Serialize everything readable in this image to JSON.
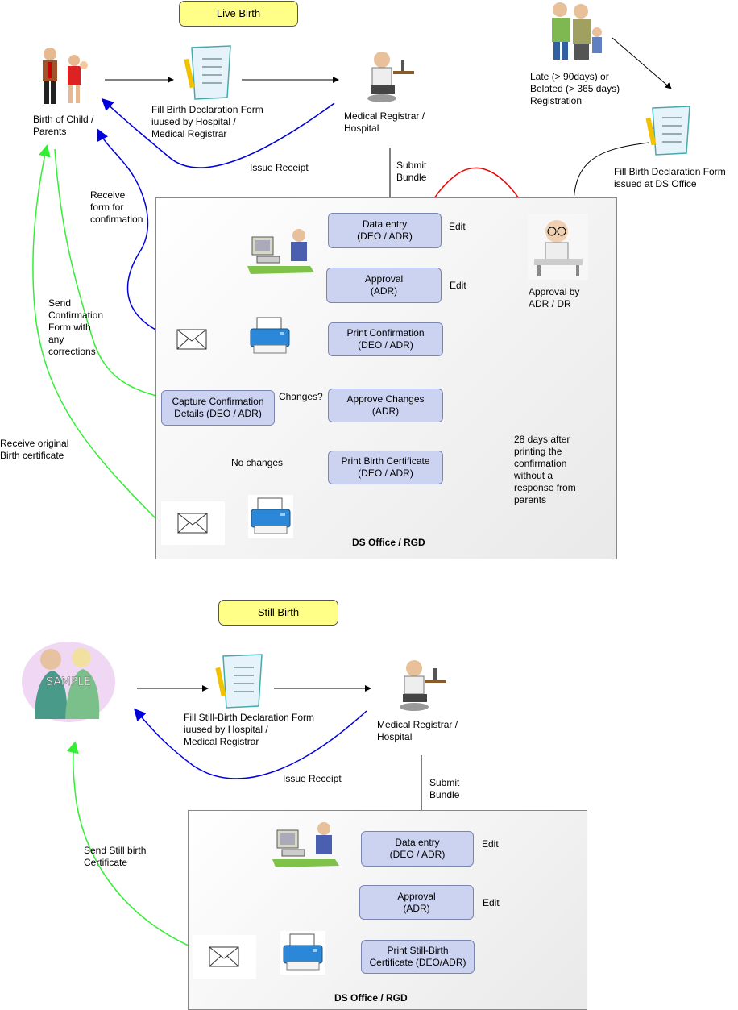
{
  "live": {
    "title": "Live Birth",
    "parents_label": "Birth of Child /\nParents",
    "form_label": "Fill Birth Declaration Form\niuused by Hospital /\nMedical Registrar",
    "registrar_label": "Medical Registrar /\nHospital",
    "issue_receipt": "Issue Receipt",
    "submit_bundle": "Submit\nBundle",
    "late_label": "Late (> 90days) or\nBelated (> 365 days)\nRegistration",
    "ds_form_label": "Fill Birth Declaration Form\nissued at DS Office",
    "approval_label": "Approval by\nADR / DR",
    "receive_form": "Receive\nform for\nconfirmation",
    "send_confirmation": "Send\nConfirmation\nForm with\nany\ncorrections",
    "receive_original": "Receive original\nBirth certificate",
    "office": "DS Office / RGD",
    "data_entry": "Data entry\n(DEO / ADR)",
    "approval": "Approval\n(ADR)",
    "print_confirmation": "Print Confirmation\n(DEO / ADR)",
    "capture": "Capture Confirmation\nDetails (DEO / ADR)",
    "approve_changes": "Approve Changes\n(ADR)",
    "print_certificate": "Print Birth Certificate\n(DEO / ADR)",
    "edit1": "Edit",
    "edit2": "Edit",
    "changes_q": "Changes?",
    "no_changes": "No changes",
    "days_note": "28 days after\nprinting the\nconfirmation\nwithout a\nresponse from\nparents"
  },
  "still": {
    "title": "Still Birth",
    "form_label": "Fill Still-Birth Declaration Form\niuused by Hospital /\nMedical Registrar",
    "registrar_label": "Medical Registrar /\nHospital",
    "issue_receipt": "Issue Receipt",
    "submit_bundle": "Submit\nBundle",
    "send_certificate": "Send Still birth\nCertificate",
    "office": "DS Office / RGD",
    "data_entry": "Data entry\n(DEO / ADR)",
    "approval": "Approval\n(ADR)",
    "print_certificate": "Print Still-Birth\nCertificate (DEO/ADR)",
    "edit1": "Edit",
    "edit2": "Edit",
    "clipart_text": "SAMPLE"
  },
  "colors": {
    "box_fill": "#ccd3f0",
    "badge_fill": "#ffff88",
    "blue_arrow": "#0000dd",
    "green_arrow": "#33ee33",
    "red_arrow": "#ee0000"
  }
}
